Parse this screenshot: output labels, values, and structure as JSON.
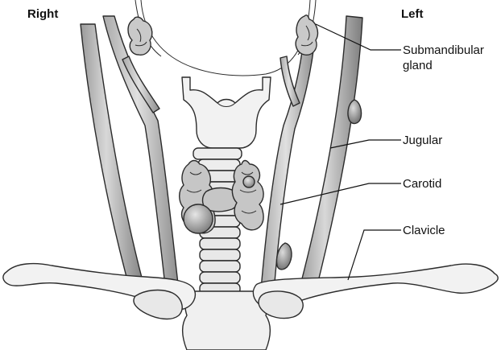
{
  "orientation": {
    "right": "Right",
    "left": "Left"
  },
  "callouts": {
    "submandibular_line1": "Submandibular",
    "submandibular_line2": "gland",
    "jugular": "Jugular",
    "carotid": "Carotid",
    "clavicle": "Clavicle"
  },
  "colors": {
    "vessel_fill": "#cfcfcf",
    "vessel_shadow": "#8f8f8f",
    "gland_fill": "#c8c8c8",
    "cartilage_fill": "#f2f2f2",
    "outline": "#2b2b2b"
  }
}
